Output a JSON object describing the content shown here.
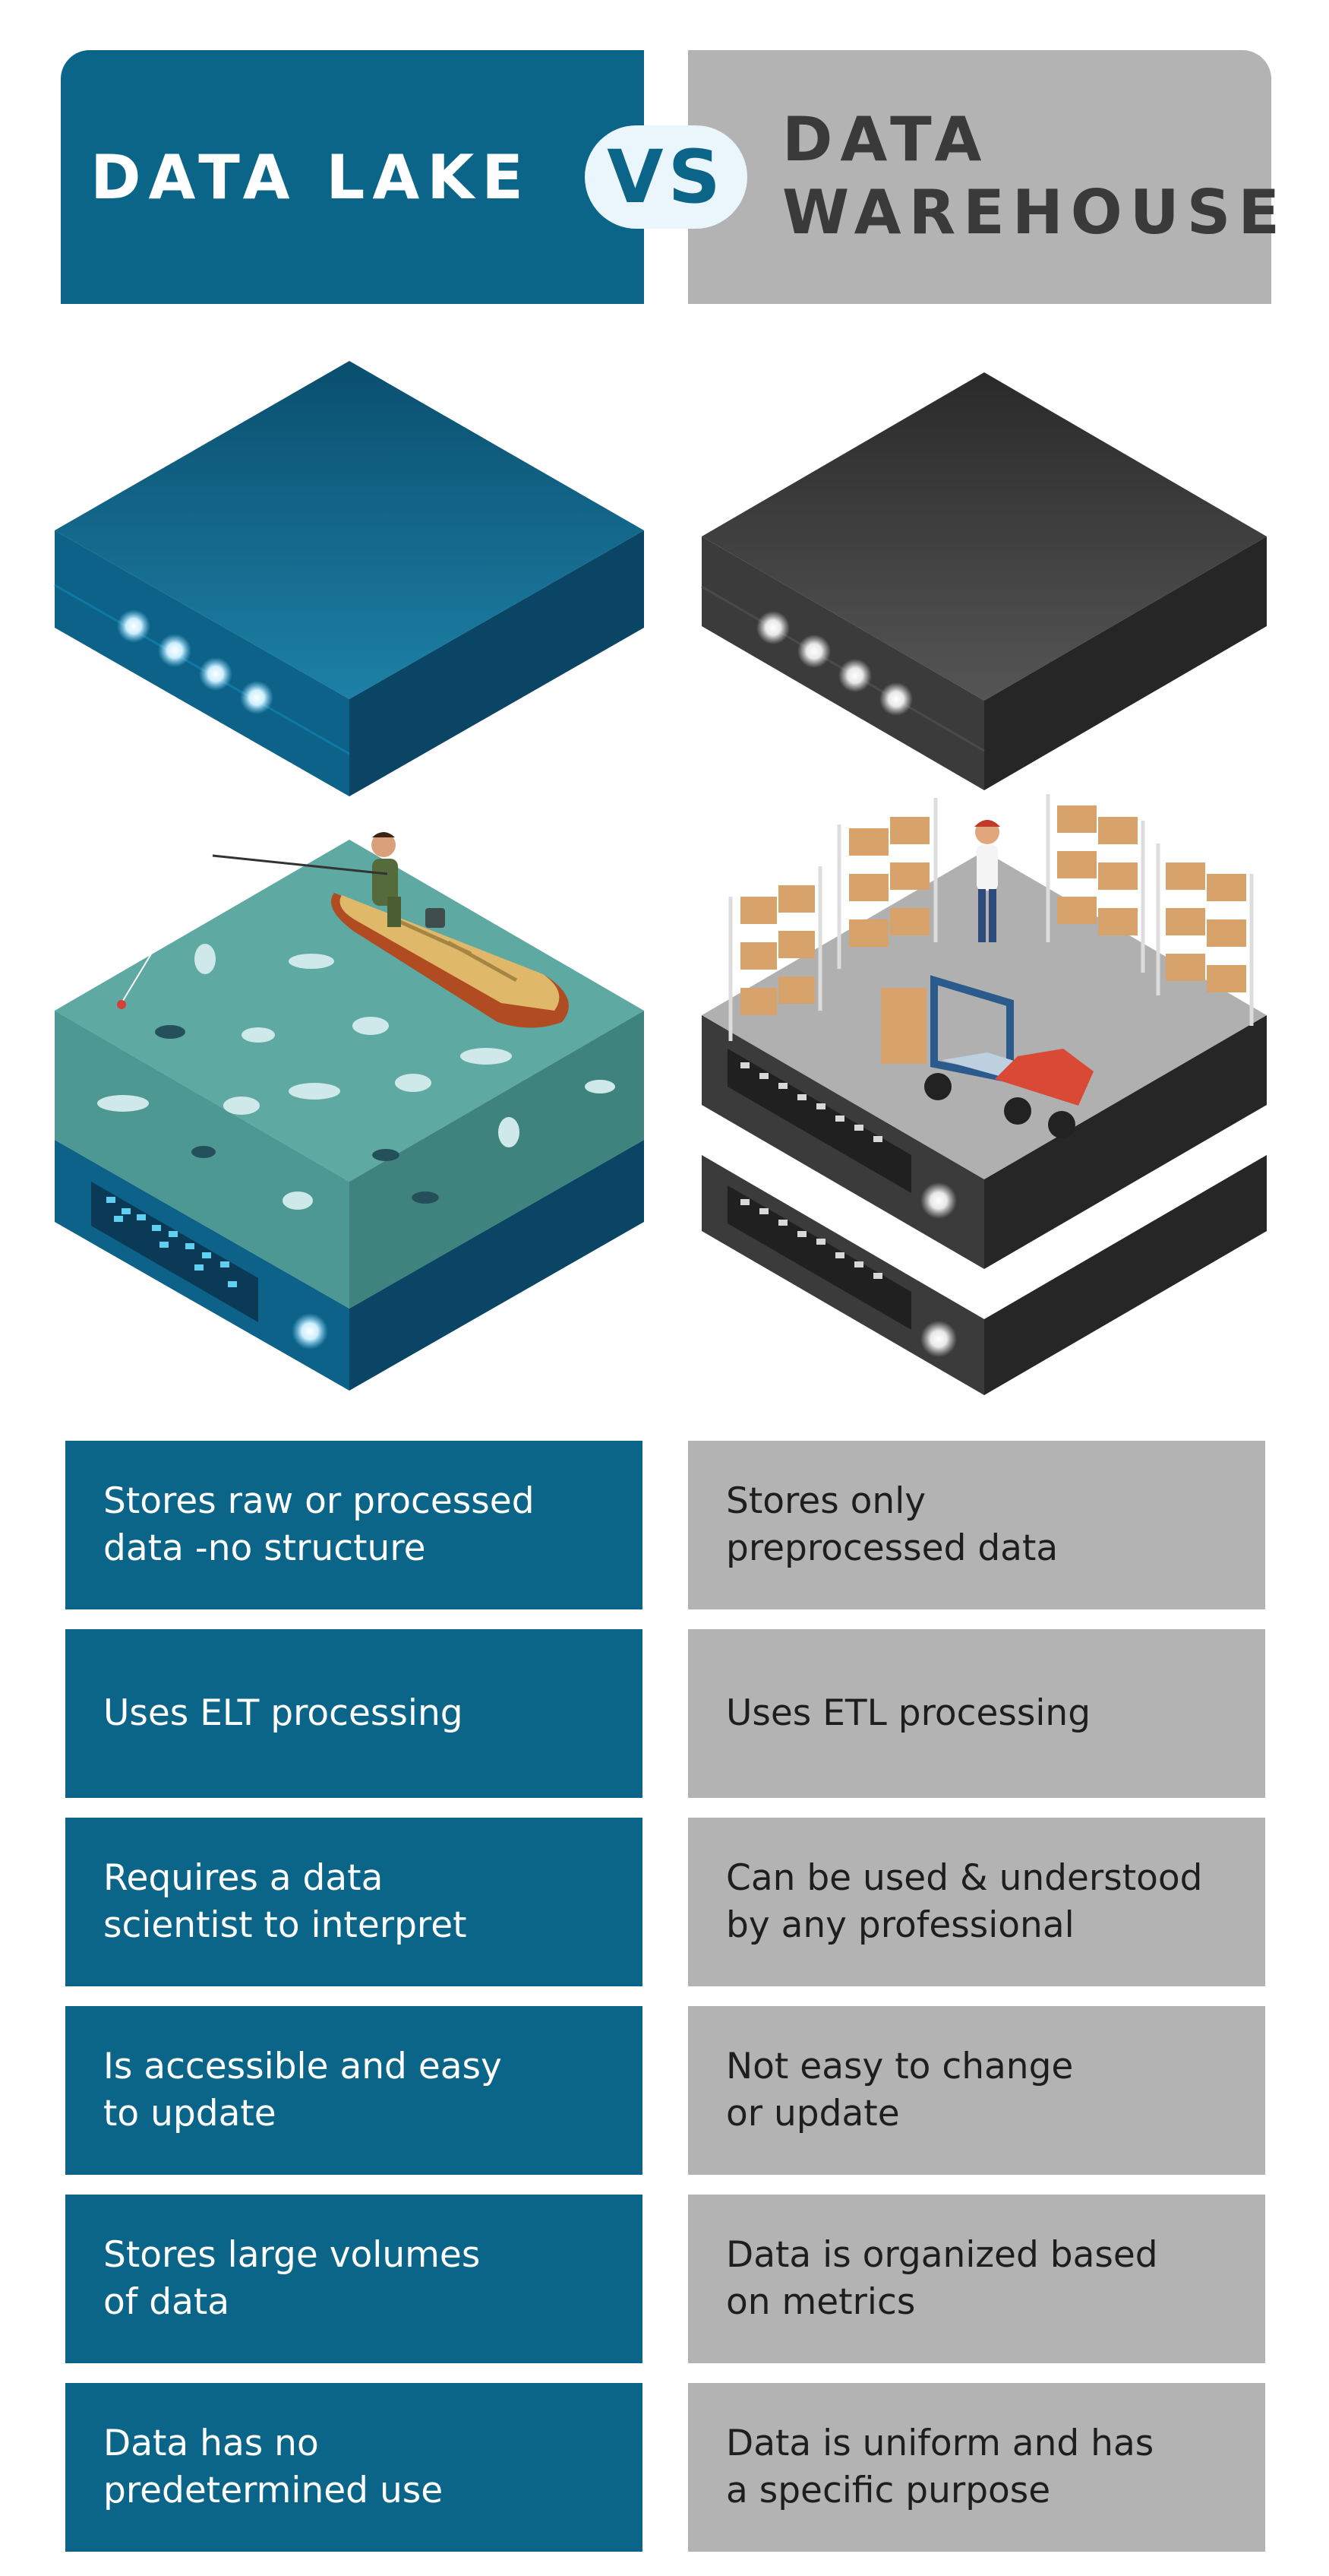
{
  "header": {
    "left_title": "DATA LAKE",
    "vs": "VS",
    "right_title_line1": "DATA",
    "right_title_line2": "WAREHOUSE"
  },
  "colors": {
    "lake": "#0b6589",
    "warehouse": "#b3b3b3",
    "vs_badge": "#eaf6fb",
    "water": "#4f9e96"
  },
  "illustrations": {
    "lake": [
      "server-block-icon",
      "fisherman-boat-icon",
      "fish-icon",
      "server-block-icon"
    ],
    "warehouse": [
      "server-block-icon",
      "shelves-boxes-icon",
      "worker-icon",
      "forklift-icon",
      "server-block-icon"
    ]
  },
  "comparison": {
    "data_lake": [
      "Stores raw or processed\ndata -no structure",
      "Uses ELT processing",
      "Requires a data\nscientist to interpret",
      "Is accessible and easy\nto update",
      "Stores large volumes\nof data",
      "Data has no\npredetermined use"
    ],
    "data_warehouse": [
      "Stores only\npreprocessed data",
      "Uses ETL processing",
      "Can be used & understood\nby any professional",
      "Not easy to change\nor update",
      "Data is organized based\non metrics",
      "Data is uniform and has\na specific purpose"
    ]
  }
}
